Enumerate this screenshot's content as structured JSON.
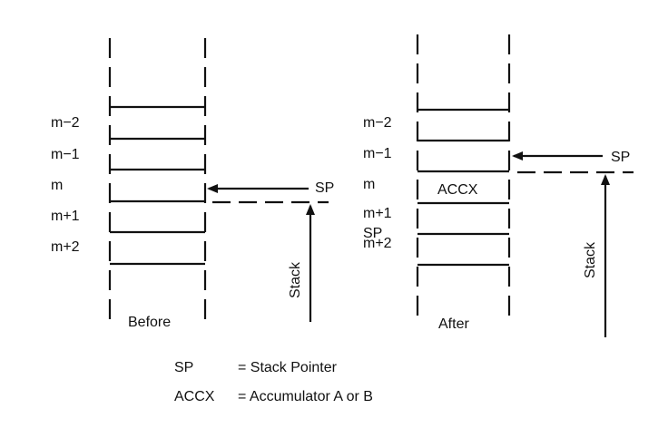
{
  "before": {
    "rows": [
      "m−2",
      "m−1",
      "m",
      "m+1",
      "m+2"
    ],
    "pointer_label": "SP",
    "stack_label": "Stack",
    "caption": "Before"
  },
  "after": {
    "rows": [
      "m−2",
      "m−1",
      "m",
      "m+1",
      "m+2"
    ],
    "cell_content": "ACCX",
    "sp_overlap_label": "SP",
    "pointer_label": "SP",
    "stack_label": "Stack",
    "caption": "After"
  },
  "legend": [
    {
      "term": "SP",
      "definition": "= Stack Pointer"
    },
    {
      "term": "ACCX",
      "definition": "= Accumulator A or B"
    }
  ],
  "colors": {
    "ink": "#111111",
    "background": "#ffffff"
  }
}
